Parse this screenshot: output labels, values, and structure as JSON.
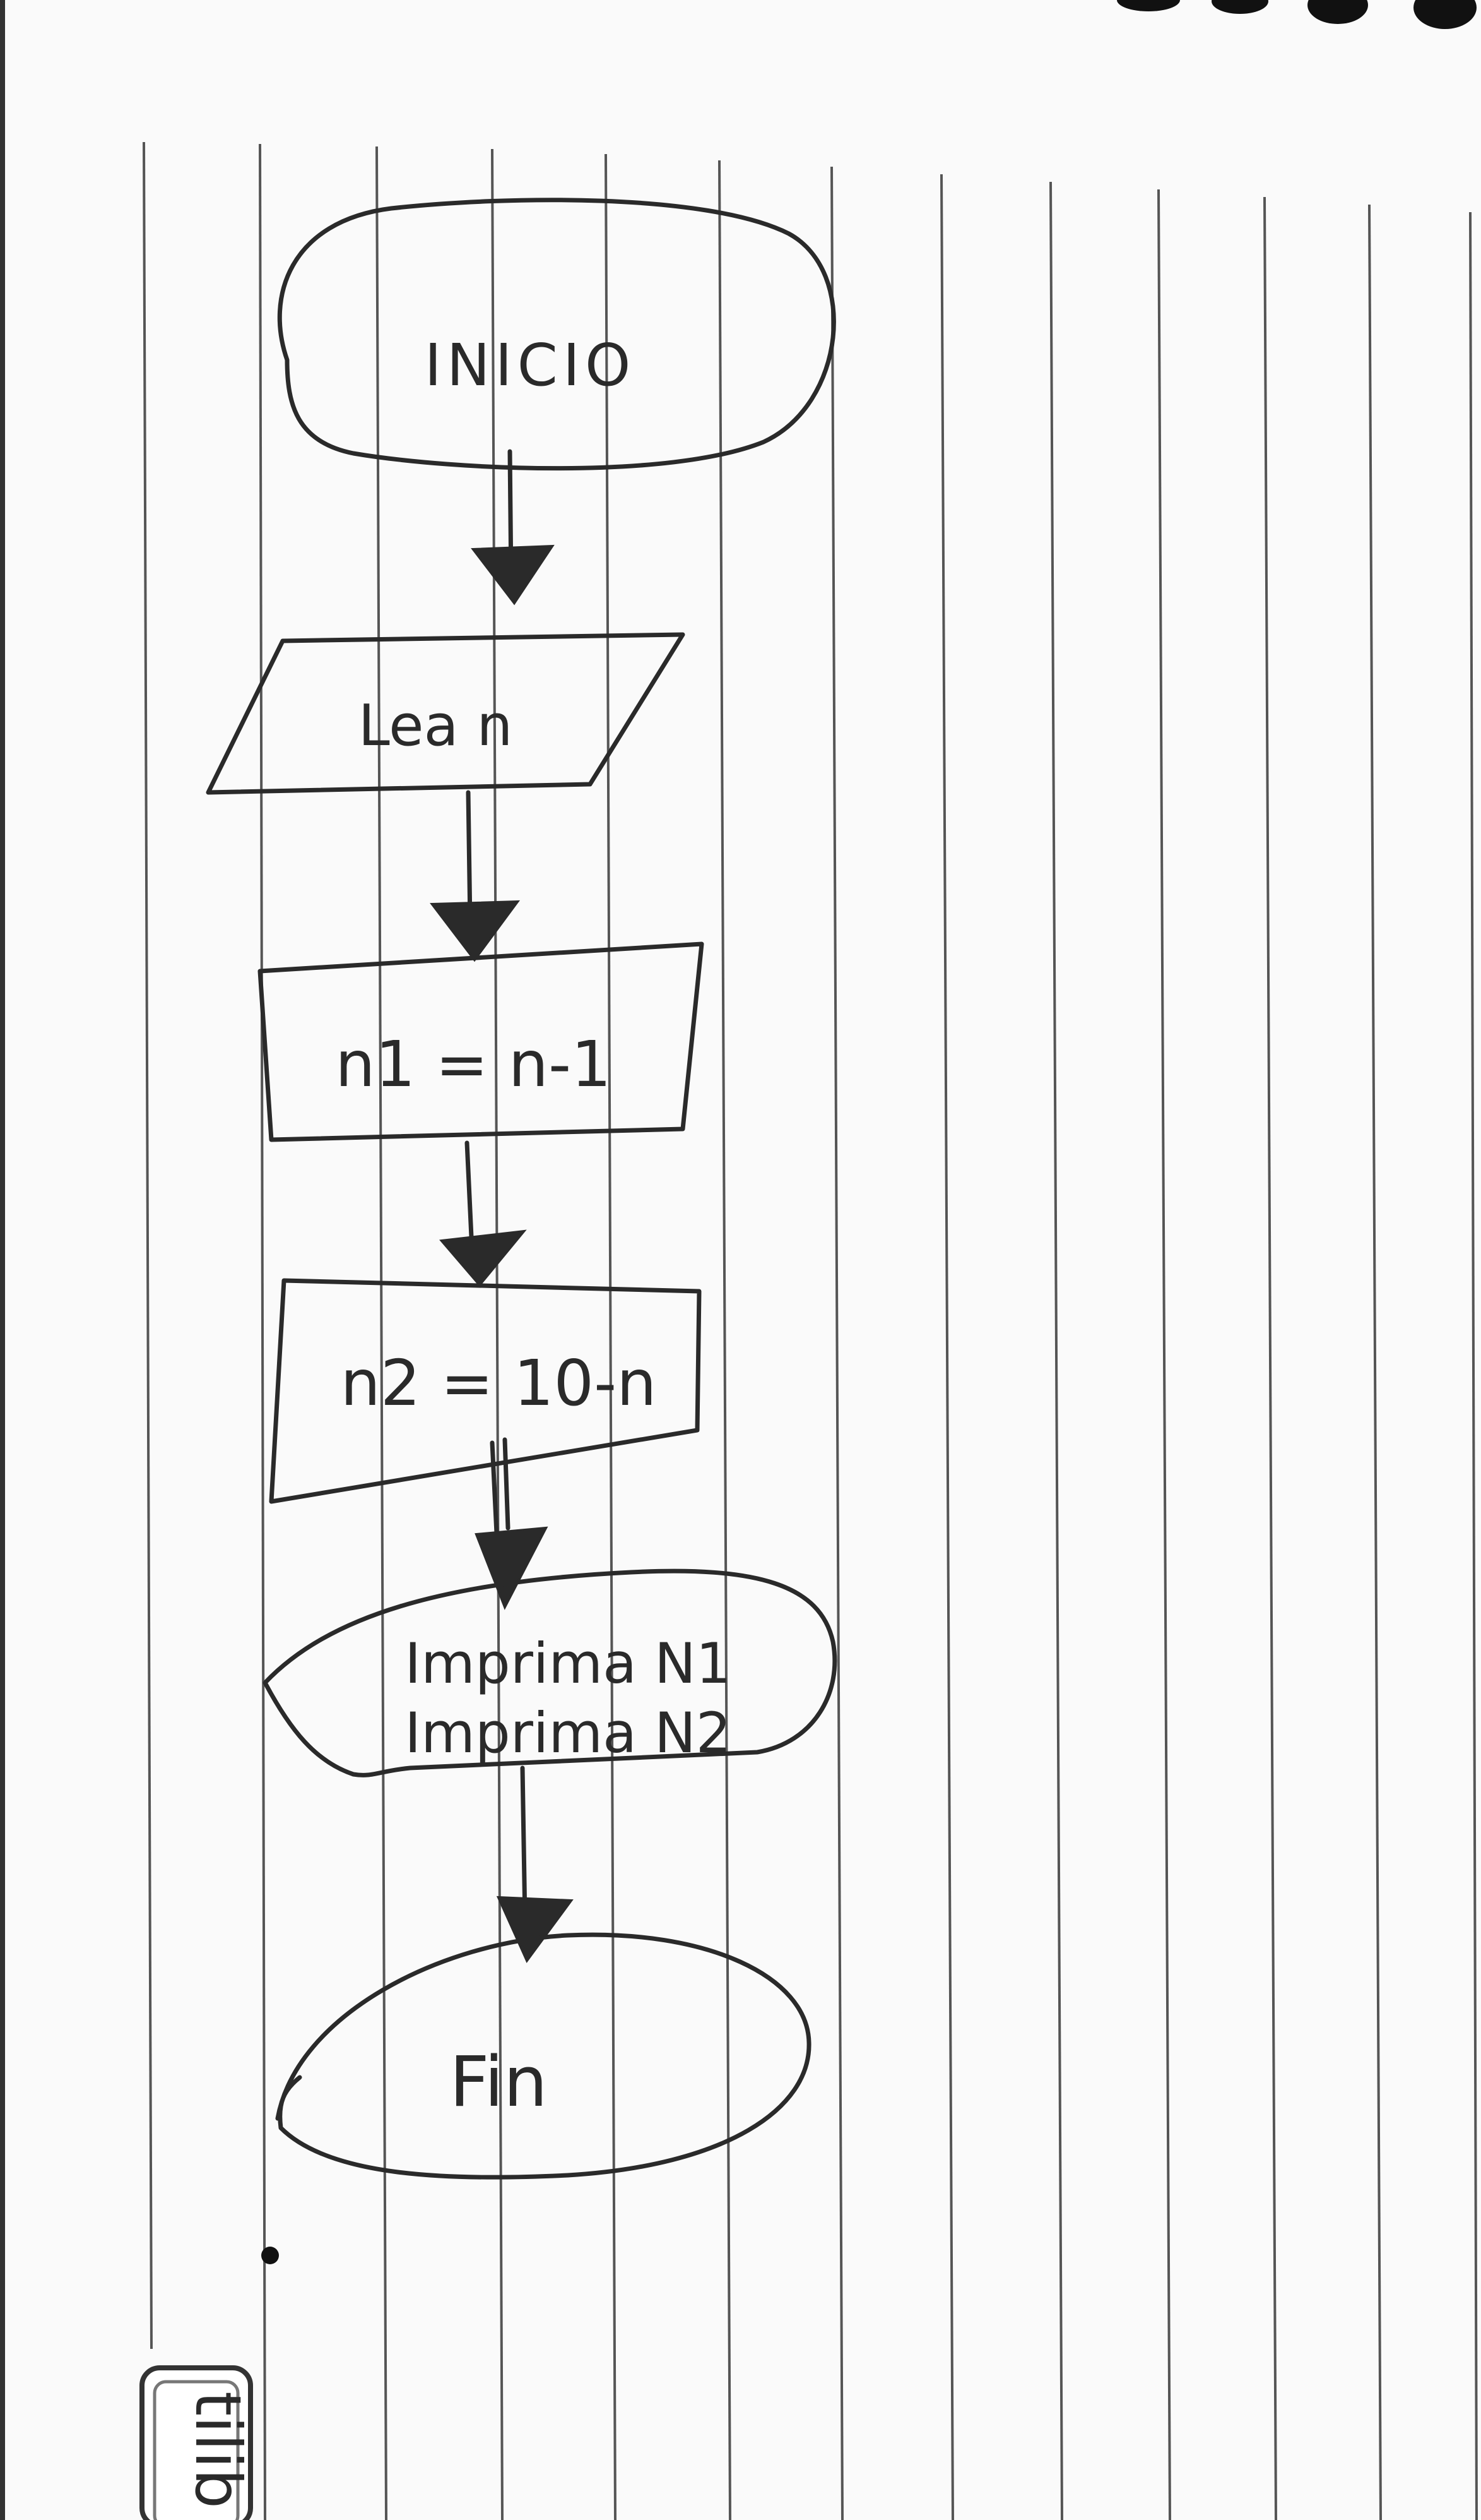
{
  "diagram": {
    "nodes": [
      {
        "id": "start",
        "shape": "terminal",
        "label": "INICIO"
      },
      {
        "id": "input",
        "shape": "parallelogram",
        "label": "Lea n"
      },
      {
        "id": "proc1",
        "shape": "rectangle",
        "label": "n1 = n-1"
      },
      {
        "id": "proc2",
        "shape": "rectangle",
        "label": "n2 = 10-n"
      },
      {
        "id": "output",
        "shape": "display",
        "label_line1": "Imprima N1",
        "label_line2": "Imprima N2"
      },
      {
        "id": "end",
        "shape": "terminal",
        "label": "Fin"
      }
    ],
    "edges": [
      {
        "from": "start",
        "to": "input"
      },
      {
        "from": "input",
        "to": "proc1"
      },
      {
        "from": "proc1",
        "to": "proc2"
      },
      {
        "from": "proc2",
        "to": "output"
      },
      {
        "from": "output",
        "to": "end"
      }
    ]
  },
  "notebook": {
    "brand_tab": "tilib"
  },
  "colors": {
    "paper": "#fafafa",
    "ink": "#2a2a2a",
    "rule": "#555555"
  }
}
